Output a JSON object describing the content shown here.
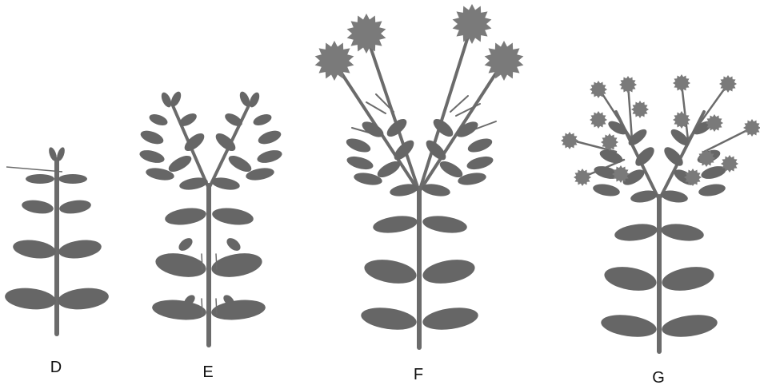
{
  "figure": {
    "labels": [
      "D",
      "E",
      "F",
      "G"
    ]
  },
  "colors": {
    "plant": "#666666",
    "flower": "#7a7a7a",
    "background": "#ffffff",
    "label": "#111111"
  }
}
